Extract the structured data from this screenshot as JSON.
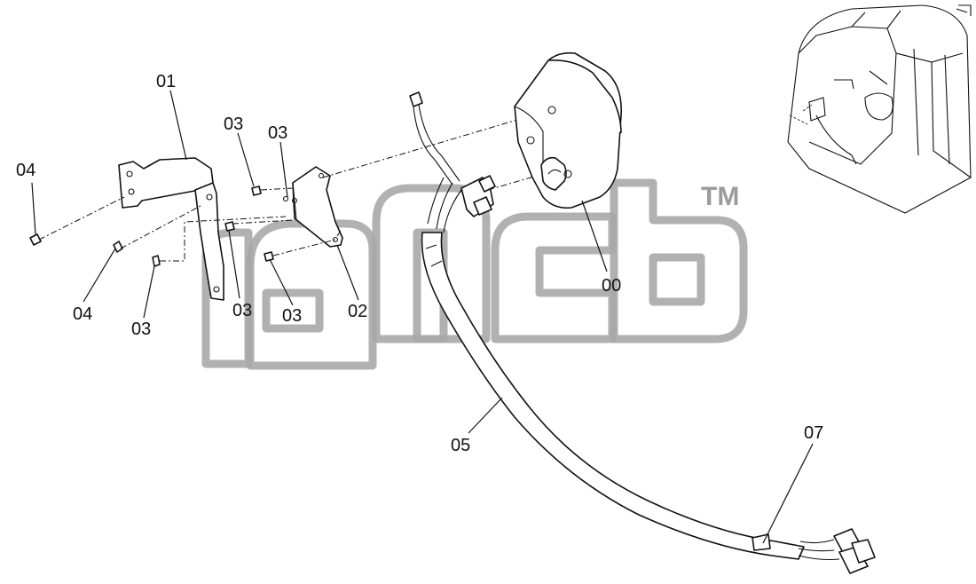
{
  "callouts": [
    {
      "id": "c-00",
      "text": "00"
    },
    {
      "id": "c-01",
      "text": "01"
    },
    {
      "id": "c-02",
      "text": "02"
    },
    {
      "id": "c-03a",
      "text": "03"
    },
    {
      "id": "c-03b",
      "text": "03"
    },
    {
      "id": "c-03c",
      "text": "03"
    },
    {
      "id": "c-03d",
      "text": "03"
    },
    {
      "id": "c-03e",
      "text": "03"
    },
    {
      "id": "c-04a",
      "text": "04"
    },
    {
      "id": "c-04b",
      "text": "04"
    },
    {
      "id": "c-05",
      "text": "05"
    },
    {
      "id": "c-07",
      "text": "07"
    }
  ],
  "watermark": {
    "trademark": "TM",
    "color": "#a8a8a8"
  },
  "colors": {
    "line": "#111111",
    "background": "#ffffff"
  }
}
